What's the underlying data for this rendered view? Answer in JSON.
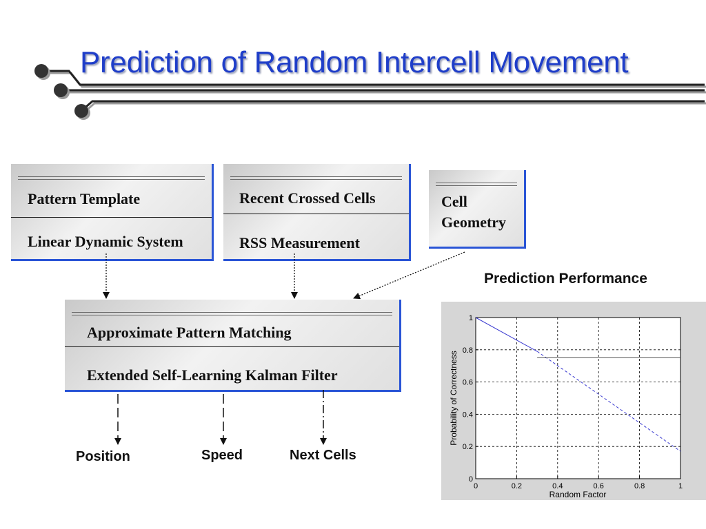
{
  "title": "Prediction of Random Intercell Movement",
  "boxes": {
    "pattern": {
      "line1": "Pattern Template",
      "line2": "Linear Dynamic System"
    },
    "recent": {
      "line1": "Recent Crossed Cells",
      "line2": "RSS Measurement"
    },
    "cell": {
      "line1": "Cell",
      "line2": "Geometry"
    },
    "matching": {
      "line1": "Approximate Pattern Matching",
      "line2": "Extended Self-Learning Kalman Filter"
    }
  },
  "outputs": {
    "position": "Position",
    "speed": "Speed",
    "next_cells": "Next Cells"
  },
  "colors": {
    "title": "#1f3ec9",
    "box_border": "#2a55d6",
    "series_line": "#3a3ad0"
  },
  "chart_data": {
    "type": "line",
    "title": "Prediction Performance",
    "xlabel": "Random Factor",
    "ylabel": "Probability of Correctness",
    "xlim": [
      0,
      1
    ],
    "ylim": [
      0,
      1
    ],
    "xticks": [
      "0",
      "0.2",
      "0.4",
      "0.6",
      "0.8",
      "1"
    ],
    "yticks": [
      "0",
      "0.2",
      "0.4",
      "0.6",
      "0.8",
      "1"
    ],
    "grid": true,
    "series": [
      {
        "style": "solid",
        "color": "#3a3ad0",
        "x": [
          0,
          0.3
        ],
        "y": [
          1,
          0.79
        ]
      },
      {
        "style": "dashed",
        "color": "#3a3ad0",
        "x": [
          0.3,
          1
        ],
        "y": [
          0.79,
          0.17
        ]
      },
      {
        "style": "solid",
        "color": "#555555",
        "x": [
          0.3,
          1
        ],
        "y": [
          0.75,
          0.75
        ]
      }
    ]
  }
}
